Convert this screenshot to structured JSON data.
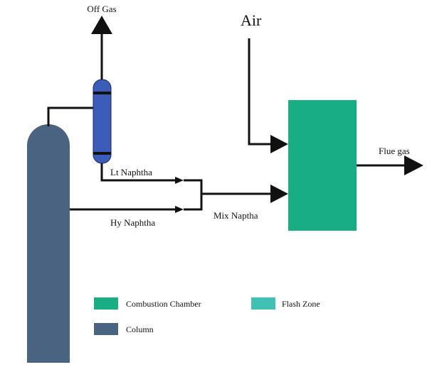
{
  "labels": {
    "off_gas": "Off Gas",
    "air": "Air",
    "lt_naphtha": "Lt Naphtha",
    "hy_naphtha": "Hy Naphtha",
    "mix_naptha": "Mix Naptha",
    "flue_gas": "Flue gas"
  },
  "legend": [
    {
      "label": "Combustion Chamber",
      "color": "#19ad84"
    },
    {
      "label": "Flash Zone",
      "color": "#3fc1b4"
    },
    {
      "label": "Column",
      "color": "#4a6381"
    }
  ],
  "colors": {
    "column": "#4a6381",
    "flash_drum": "#3b5cb8",
    "combustion_chamber": "#19ad84",
    "line": "#111111"
  }
}
